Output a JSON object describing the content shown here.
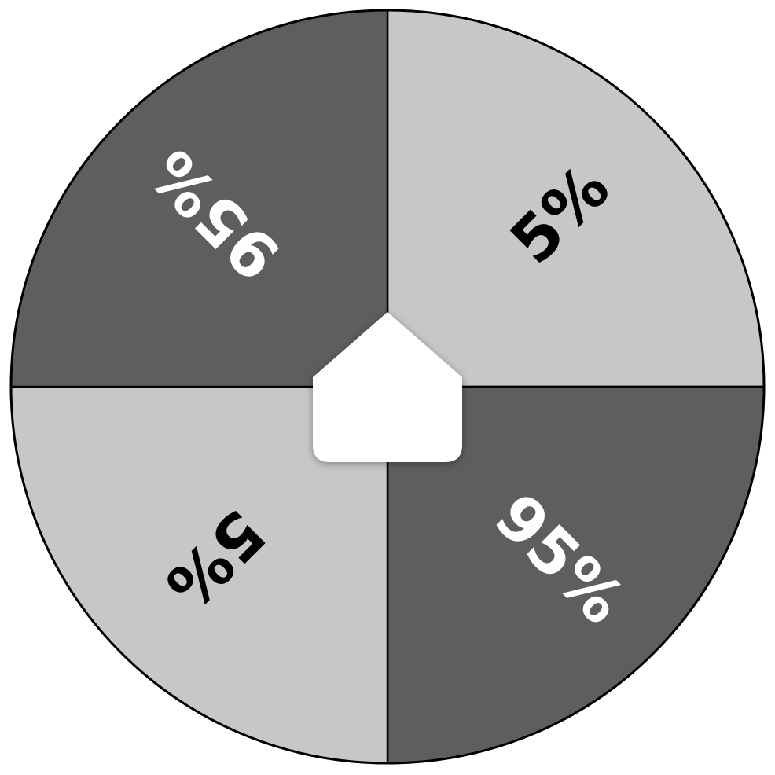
{
  "wheel": {
    "segments": [
      {
        "label": "5%",
        "color": "#c7c7c7",
        "text_color": "#000000"
      },
      {
        "label": "95%",
        "color": "#5e5f5d",
        "text_color": "#ffffff"
      },
      {
        "label": "5%",
        "color": "#c7c7c7",
        "text_color": "#000000"
      },
      {
        "label": "95%",
        "color": "#5e5f5d",
        "text_color": "#ffffff"
      }
    ],
    "outline_color": "#000000",
    "pointer": {
      "icon": "pointer-arrow-icon",
      "color": "#ffffff"
    }
  }
}
